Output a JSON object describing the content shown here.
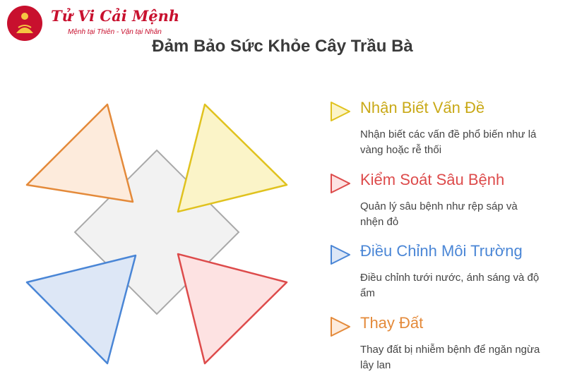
{
  "logo": {
    "title": "Tử Vi Cải Mệnh",
    "subtitle": "Mệnh tại Thiên - Vận tại Nhân"
  },
  "title": "Đảm Bảo Sức Khỏe Cây Trầu Bà",
  "colors": {
    "yellow": "#e0c21e",
    "red": "#dd4b4b",
    "blue": "#4a86d6",
    "orange": "#e48a3a",
    "diamond_stroke": "#a9a9a9",
    "diamond_fill": "#f2f2f2"
  },
  "items": [
    {
      "title": "Nhận Biết Vấn Đề",
      "description": "Nhận biết các vấn đề phổ biến như lá vàng hoặc rễ thối",
      "color": "#e0c21e",
      "icon": "triangle-marker-icon"
    },
    {
      "title": "Kiểm Soát Sâu Bệnh",
      "description": "Quản lý sâu bệnh như rệp sáp và nhện đỏ",
      "color": "#dd4b4b",
      "icon": "triangle-marker-icon"
    },
    {
      "title": "Điều Chỉnh Môi Trường",
      "description": "Điều chỉnh tưới nước, ánh sáng và độ ẩm",
      "color": "#4a86d6",
      "icon": "triangle-marker-icon"
    },
    {
      "title": "Thay Đất",
      "description": "Thay đất bị nhiễm bệnh để ngăn ngừa lây lan",
      "color": "#e48a3a",
      "icon": "triangle-marker-icon"
    }
  ]
}
